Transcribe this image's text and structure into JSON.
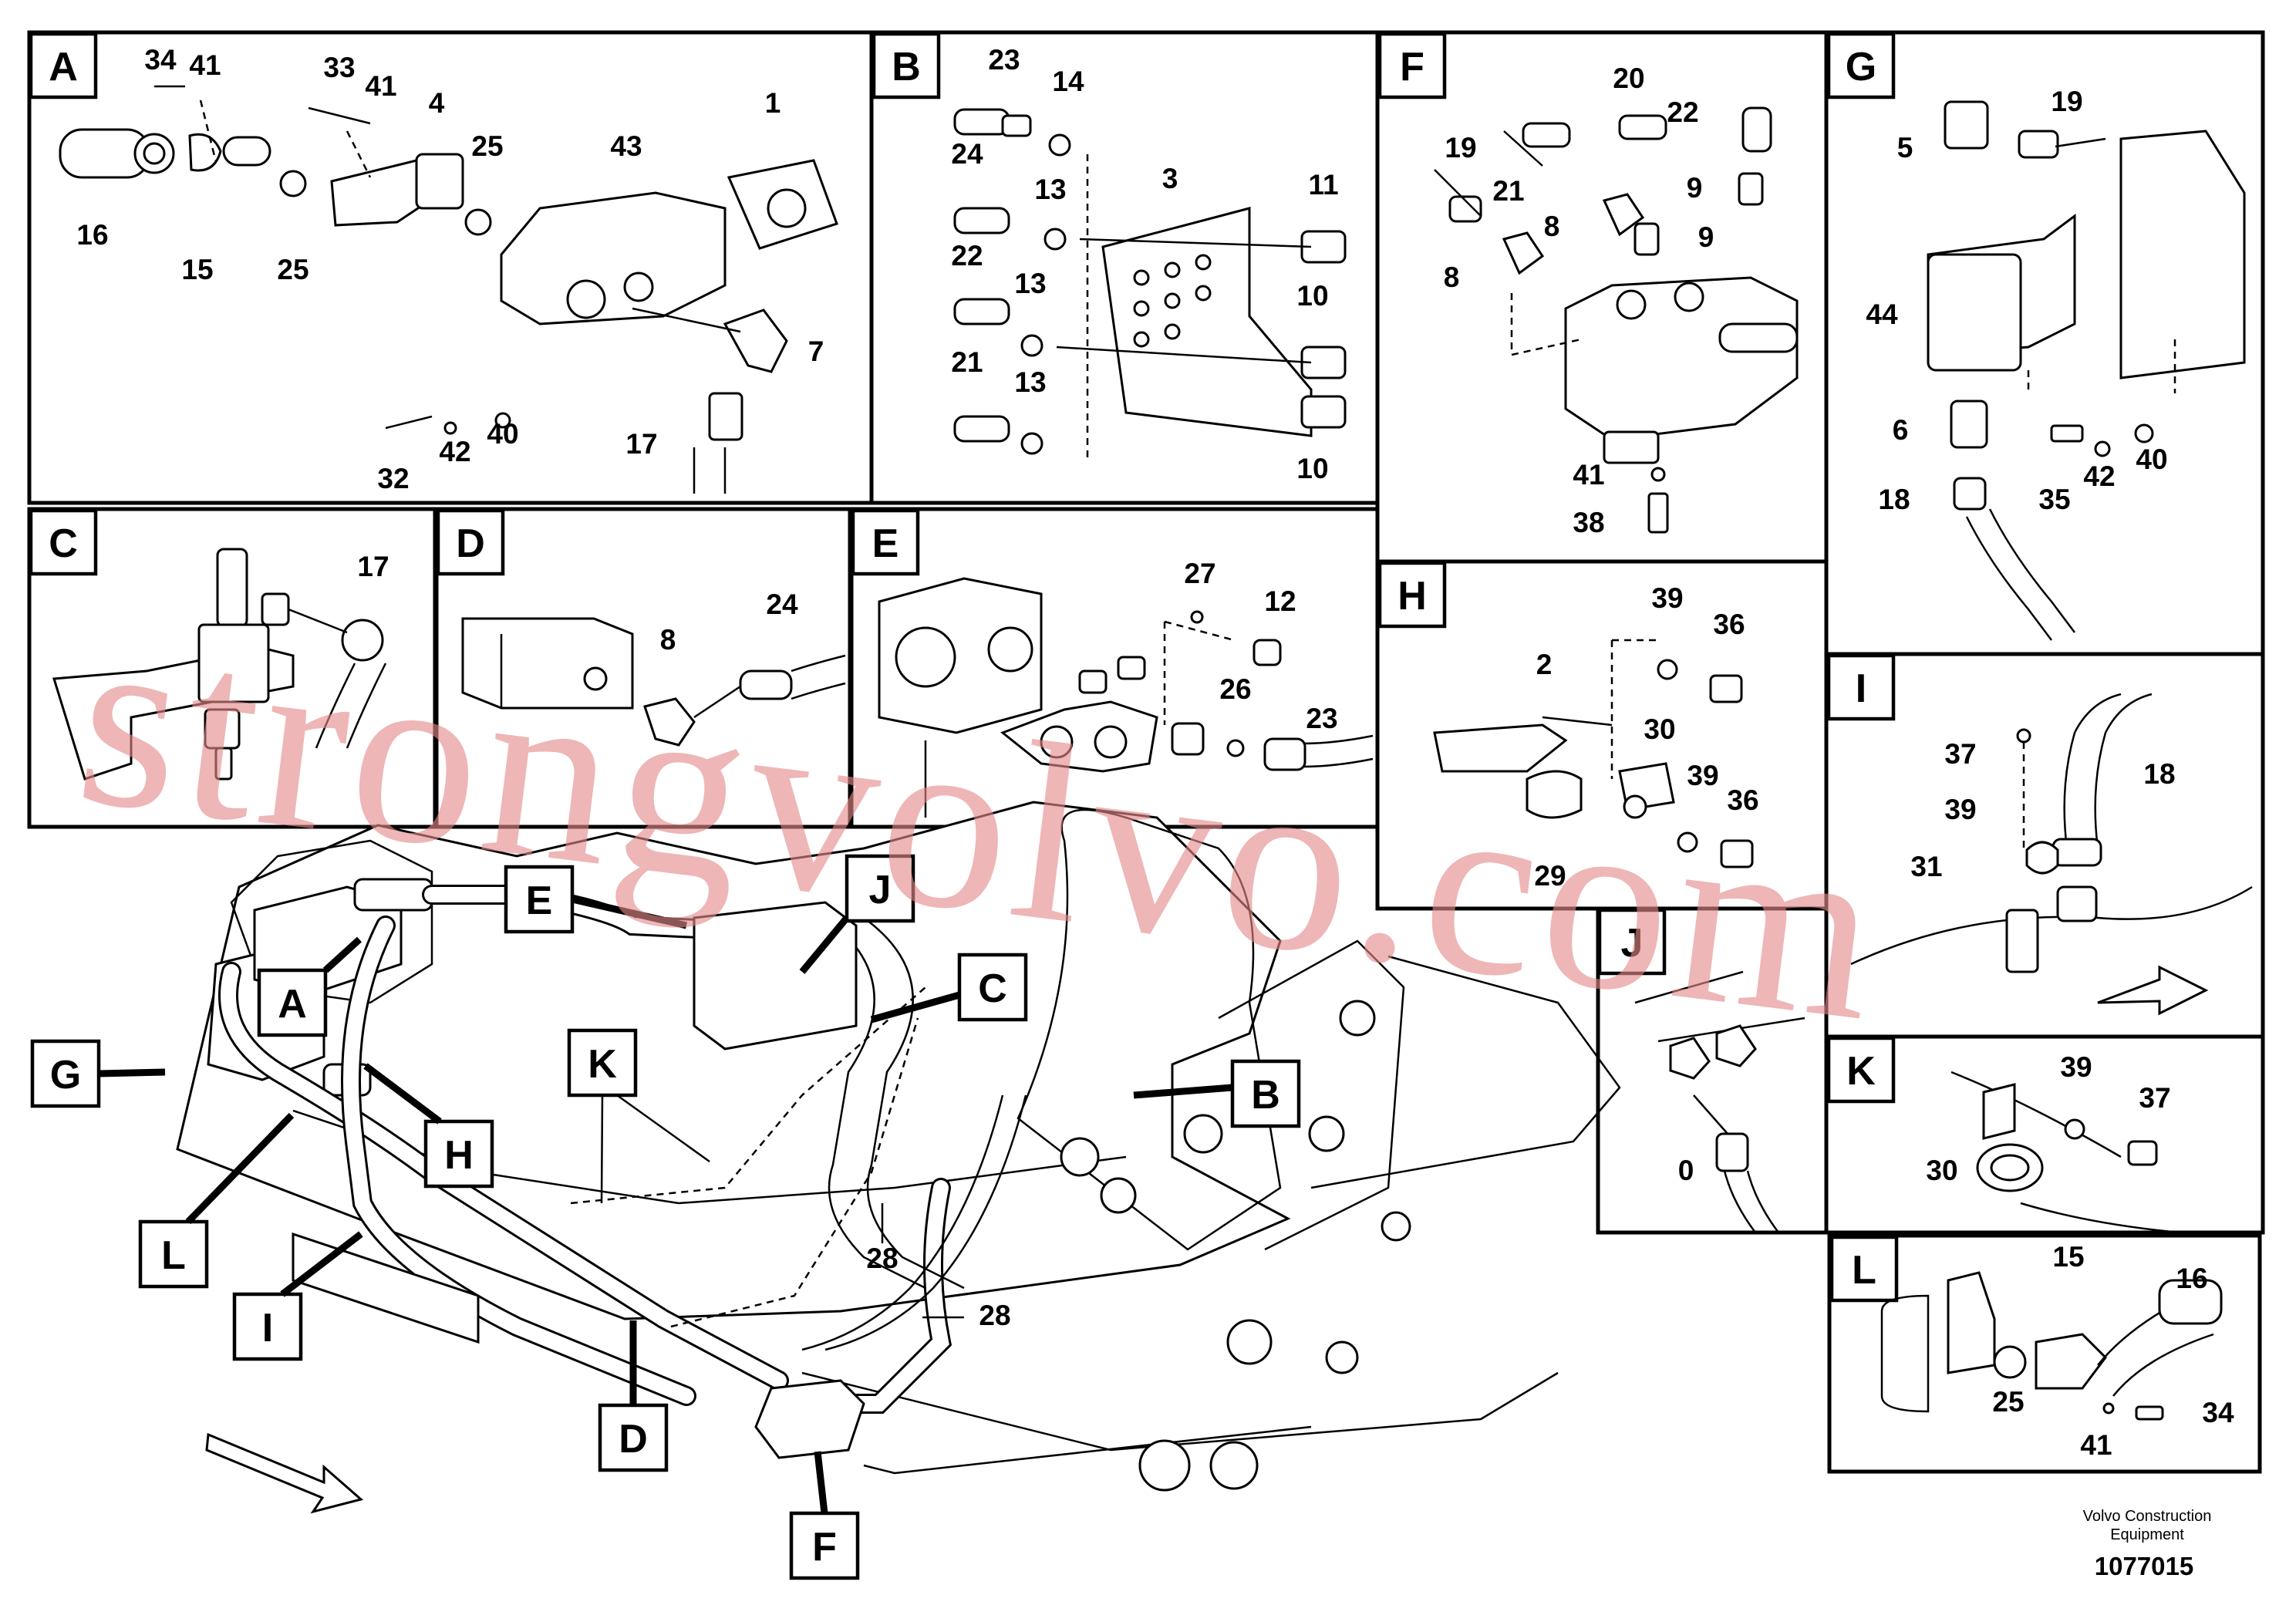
{
  "panels": {
    "A": {
      "tag": "A",
      "parts": [
        "34",
        "41",
        "33",
        "41",
        "4",
        "43",
        "1",
        "25",
        "16",
        "15",
        "25",
        "7",
        "32",
        "42",
        "40",
        "17"
      ]
    },
    "B": {
      "tag": "B",
      "parts": [
        "23",
        "14",
        "24",
        "13",
        "3",
        "11",
        "22",
        "13",
        "10",
        "21",
        "13",
        "10"
      ]
    },
    "C": {
      "tag": "C",
      "parts": [
        "17"
      ]
    },
    "D": {
      "tag": "D",
      "parts": [
        "8",
        "24"
      ]
    },
    "E": {
      "tag": "E",
      "parts": [
        "27",
        "12",
        "26",
        "23"
      ]
    },
    "F": {
      "tag": "F",
      "parts": [
        "20",
        "22",
        "19",
        "21",
        "9",
        "8",
        "9",
        "8",
        "41",
        "38"
      ]
    },
    "G": {
      "tag": "G",
      "parts": [
        "19",
        "5",
        "44",
        "6",
        "18",
        "35",
        "42",
        "40"
      ]
    },
    "H": {
      "tag": "H",
      "parts": [
        "39",
        "36",
        "2",
        "30",
        "39",
        "36",
        "29"
      ]
    },
    "I": {
      "tag": "I",
      "parts": [
        "37",
        "18",
        "39",
        "31"
      ]
    },
    "J": {
      "tag": "J",
      "parts": [
        "0"
      ]
    },
    "K": {
      "tag": "K",
      "parts": [
        "39",
        "37",
        "30"
      ]
    },
    "L": {
      "tag": "L",
      "parts": [
        "15",
        "16",
        "25",
        "34",
        "41"
      ]
    }
  },
  "overview": {
    "callouts": [
      "A",
      "E",
      "J",
      "C",
      "B",
      "G",
      "K",
      "H",
      "L",
      "I",
      "D",
      "F"
    ],
    "parts": [
      "28",
      "28"
    ]
  },
  "watermark": "strongvolvo.com",
  "footer": {
    "company_line1": "Volvo Construction",
    "company_line2": "Equipment",
    "drawing_id": "1077015"
  }
}
